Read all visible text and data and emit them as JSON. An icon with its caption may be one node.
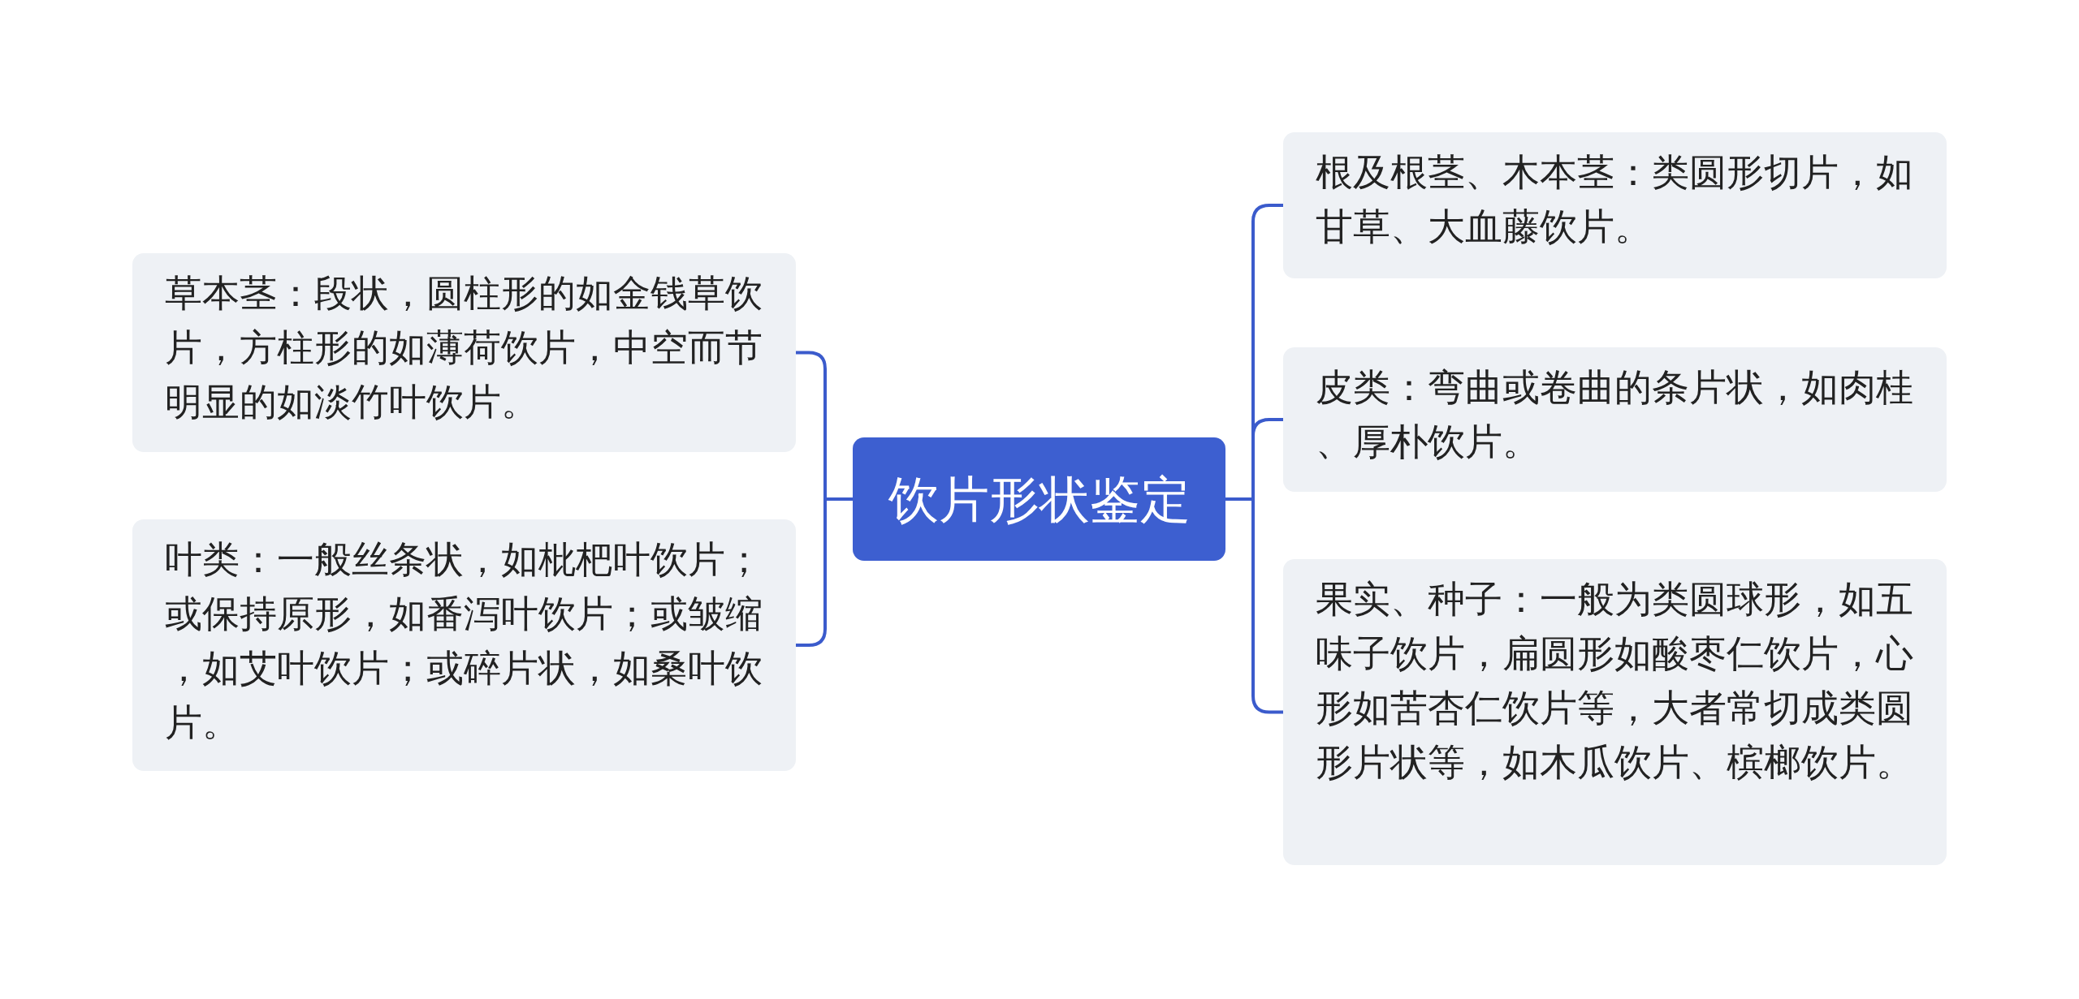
{
  "diagram": {
    "nodes": [
      {
        "text": [
          "饮片形状鉴定"
        ]
      },
      {
        "text": [
          "草本茎：段状，圆柱形的如金钱草饮片，方柱形的如薄荷饮片，中空而节明显的如淡竹叶饮片。"
        ]
      },
      {
        "text": [
          "叶类：一般丝条状，如枇杷叶饮片；或保持原形，如番泻叶饮片；或皱缩，如艾叶饮片；或碎片状，如桑叶饮片。"
        ]
      },
      {
        "text": [
          "根及根茎、木本茎：类圆形切片，如甘草、大血藤饮片。"
        ]
      },
      {
        "text": [
          "皮类：弯曲或卷曲的条片状，如肉桂、厚朴饮片。"
        ]
      },
      {
        "text": [
          "果实、种子：一般为类圆球形，如五味子饮片，扁圆形如酸枣仁饮片，心形如苦杏仁饮片等，大者常切成类圆形片状等，如木瓜饮片、槟榔饮片。"
        ]
      }
    ],
    "edges": [
      {
        "from": 0,
        "to": 1,
        "arrow": "none"
      },
      {
        "from": 0,
        "to": 2,
        "arrow": "none"
      },
      {
        "from": 0,
        "to": 3,
        "arrow": "none"
      },
      {
        "from": 0,
        "to": 4,
        "arrow": "none"
      },
      {
        "from": 0,
        "to": 5,
        "arrow": "none"
      }
    ]
  }
}
